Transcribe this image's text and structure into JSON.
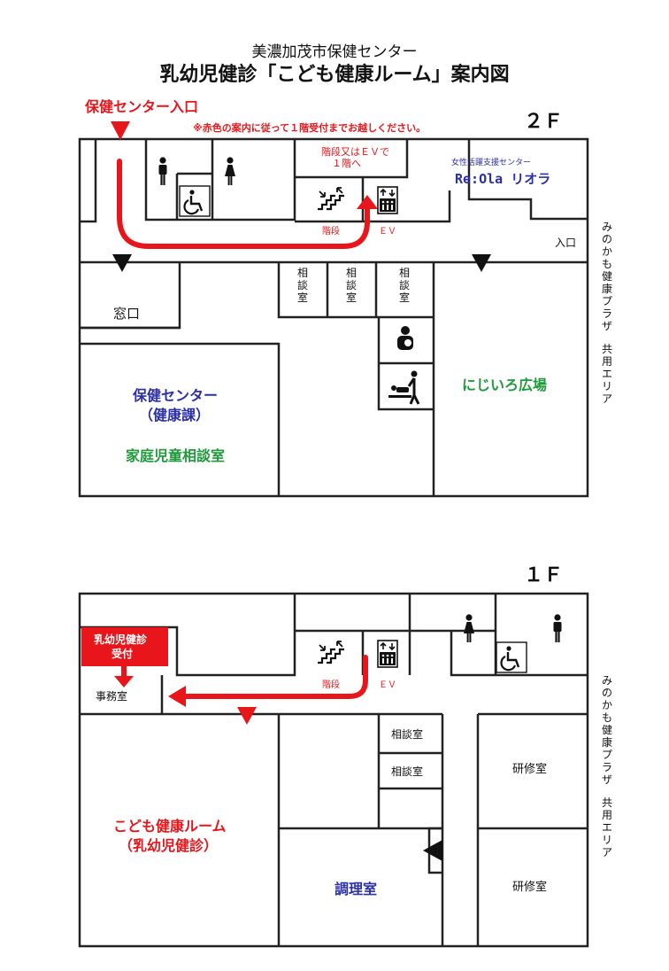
{
  "header": {
    "subtitle": "美濃加茂市保健センター",
    "title": "乳幼児健診「こども健康ルーム」案内図"
  },
  "floor2": {
    "label": "２Ｆ",
    "entrance_label": "保健センター入口",
    "notice": "※赤色の案内に従って１階受付までお越しください。",
    "stairs_ev_note": "階段又はＥＶで１階へ",
    "stairs": "階段",
    "ev": "ＥＶ",
    "womens_center": "女性活躍支援センター",
    "riora": "Re:Ola リオラ",
    "entrance": "入口",
    "window": "窓口",
    "consult": "相談室",
    "health_center": "保健センター",
    "health_division": "（健康課）",
    "family_consult": "家庭児童相談室",
    "rainbow_plaza": "にじいろ広場",
    "side_plaza": "みのかも健康プラザ",
    "side_common": "共用エリア"
  },
  "floor1": {
    "label": "１Ｆ",
    "reception": "乳幼児健診受付",
    "office": "事務室",
    "stairs": "階段",
    "ev": "ＥＶ",
    "consult": "相談室",
    "training": "研修室",
    "kids_room": "こども健康ルーム",
    "kids_room_sub": "（乳幼児健診）",
    "cooking": "調理室",
    "side_plaza": "みのかも健康プラザ",
    "side_common": "共用エリア"
  },
  "colors": {
    "accent_red": "#e8161b",
    "blue": "#2b2fa8",
    "green": "#1e9a3a",
    "wall": "#222222"
  }
}
